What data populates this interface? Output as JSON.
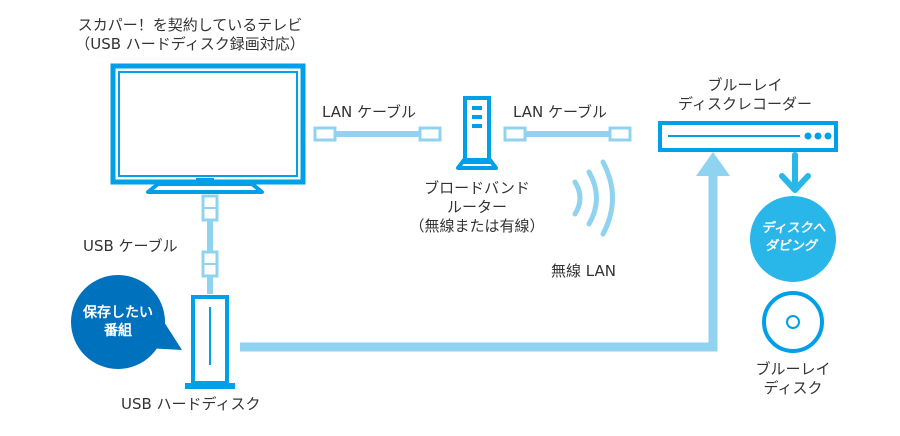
{
  "colors": {
    "device_outline": "#00a0e9",
    "cable": "#8fd3f0",
    "badge_dark": "#0071bc",
    "badge_light": "#29b6e8",
    "text": "#333333"
  },
  "tv": {
    "label_line1": "スカパー！を契約しているテレビ",
    "label_line2": "（USB ハードディスク録画対応）"
  },
  "lan_cable_left": {
    "label": "LAN ケーブル"
  },
  "lan_cable_right": {
    "label": "LAN ケーブル"
  },
  "router": {
    "label_line1": "ブロードバンド",
    "label_line2": "ルーター",
    "label_line3": "（無線または有線）"
  },
  "wireless": {
    "label": "無線 LAN"
  },
  "recorder": {
    "label_line1": "ブルーレイ",
    "label_line2": "ディスクレコーダー"
  },
  "dubbing_badge": {
    "line1": "ディスクへ",
    "line2": "ダビング"
  },
  "usb_cable": {
    "label": "USB ケーブル"
  },
  "saved_badge": {
    "line1": "保存したい",
    "line2": "番組"
  },
  "usb_hdd": {
    "label": "USB ハードディスク"
  },
  "disc": {
    "label_line1": "ブルーレイ",
    "label_line2": "ディスク"
  }
}
